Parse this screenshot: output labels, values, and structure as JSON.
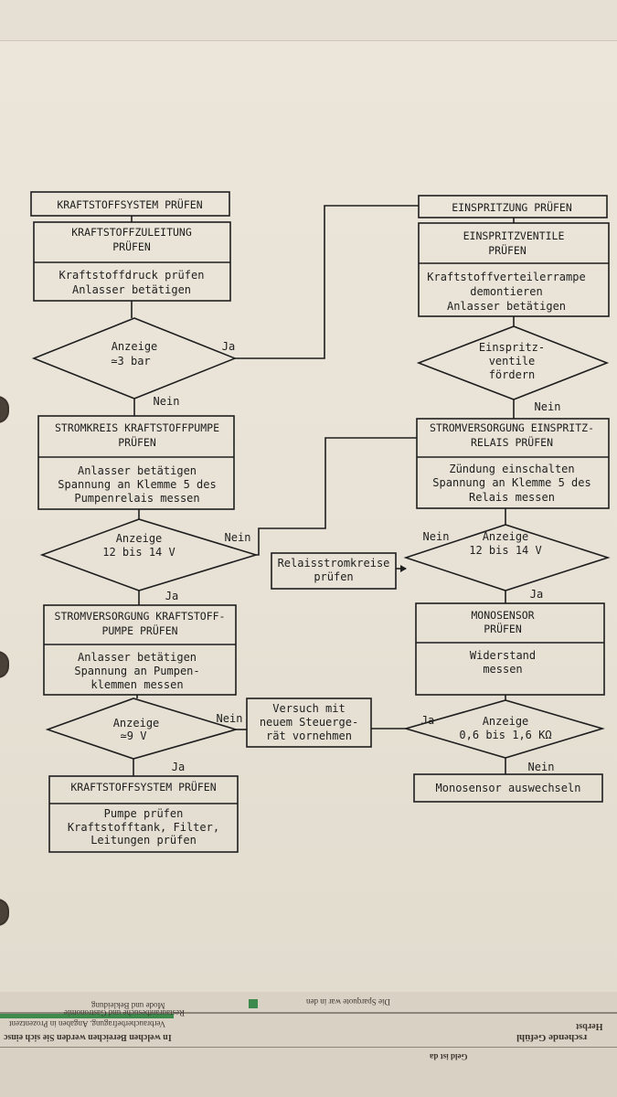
{
  "flowchart": {
    "left_col": {
      "title": "KRAFTSTOFFSYSTEM PRÜFEN",
      "step1": {
        "title": [
          "KRAFTSTOFFZULEITUNG",
          "PRÜFEN"
        ],
        "body": [
          "Kraftstoffdruck prüfen",
          "Anlasser betätigen"
        ]
      },
      "dec1": {
        "lines": [
          "Anzeige",
          "≃3 bar"
        ],
        "yes": "Ja",
        "no": "Nein"
      },
      "step2": {
        "title": [
          "STROMKREIS KRAFTSTOFFPUMPE",
          "PRÜFEN"
        ],
        "body": [
          "Anlasser betätigen",
          "Spannung an Klemme 5 des",
          "Pumpenrelais messen"
        ]
      },
      "dec2": {
        "lines": [
          "Anzeige",
          "12 bis 14 V"
        ],
        "yes": "Ja",
        "no": "Nein"
      },
      "step3": {
        "title": [
          "STROMVERSORGUNG KRAFTSTOFF-",
          "PUMPE PRÜFEN"
        ],
        "body": [
          "Anlasser betätigen",
          "Spannung an Pumpen-",
          "klemmen messen"
        ]
      },
      "dec3": {
        "lines": [
          "Anzeige",
          "≃9 V"
        ],
        "yes": "Ja",
        "no": "Nein"
      },
      "step4": {
        "title": [
          "KRAFTSTOFFSYSTEM PRÜFEN"
        ],
        "body": [
          "Pumpe prüfen",
          "Kraftstofftank, Filter,",
          "Leitungen prüfen"
        ]
      }
    },
    "right_col": {
      "title": "EINSPRITZUNG PRÜFEN",
      "step1": {
        "title": [
          "EINSPRITZVENTILE",
          "PRÜFEN"
        ],
        "body": [
          "Kraftstoffverteilerrampe",
          "demontieren",
          "Anlasser betätigen"
        ]
      },
      "dec1": {
        "lines": [
          "Einspritz-",
          "ventile",
          "fördern"
        ],
        "no": "Nein"
      },
      "step2": {
        "title": [
          "STROMVERSORGUNG EINSPRITZ-",
          "RELAIS PRÜFEN"
        ],
        "body": [
          "Zündung einschalten",
          "Spannung an Klemme 5 des",
          "Relais messen"
        ]
      },
      "dec2": {
        "lines": [
          "Anzeige",
          "12 bis 14 V"
        ],
        "yes": "Ja",
        "no": "Nein"
      },
      "step3": {
        "title": [
          "MONOSENSOR",
          "PRÜFEN"
        ],
        "body": [
          "Widerstand",
          "messen"
        ]
      },
      "dec3": {
        "lines": [
          "Anzeige",
          "0,6 bis 1,6 KΩ"
        ],
        "yes": "Ja",
        "no": "Nein"
      },
      "end": "Monosensor auswechseln"
    },
    "middle": {
      "relais": [
        "Relaisstromkreise",
        "prüfen"
      ],
      "steuergeraet": [
        "Versuch mit",
        "neuem Steuerge-",
        "rät vornehmen"
      ]
    }
  },
  "newspaper": {
    "headline": "In welchen Bereichen werden Sie sich einsc",
    "caption1": "Verbraucherbefragung. Angaben in Prozentzent",
    "caption2": "Mode und Bekleidung",
    "caption3": "Restaurantbesuche und Gastronomie",
    "caption4": "Die Sparquote war in den",
    "caption5": "Geld ist da",
    "caption6": "Herbst",
    "caption7": "rschende Gefühl"
  },
  "colors": {
    "ink": "#1e1e1e",
    "paper": "#ece6da",
    "background": "#4a4138"
  }
}
